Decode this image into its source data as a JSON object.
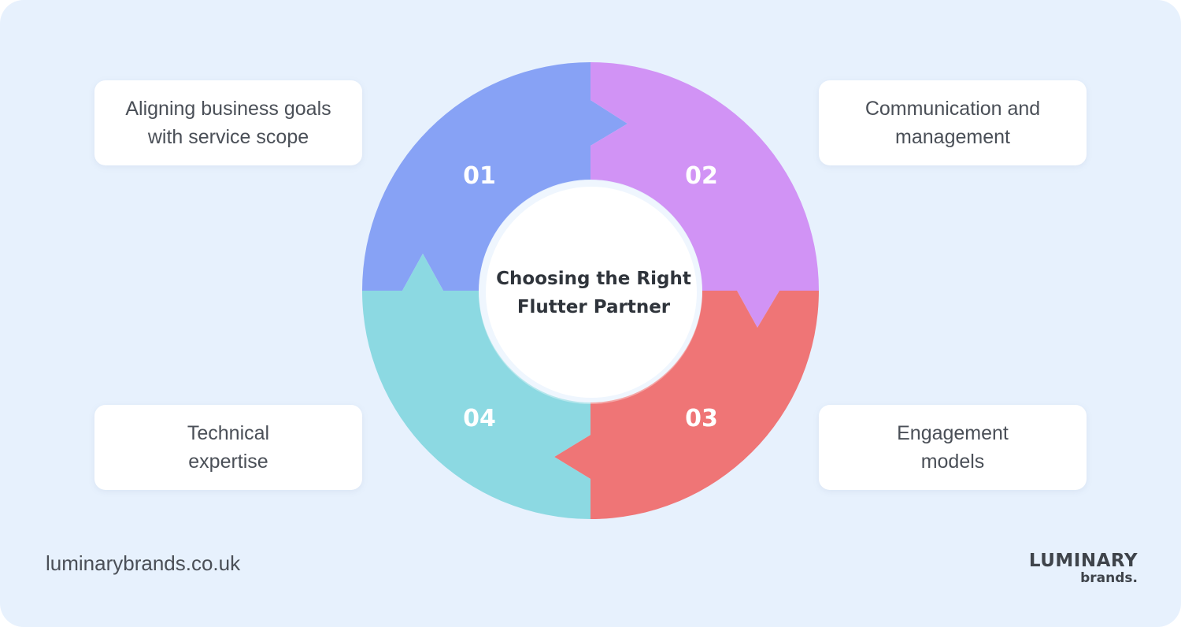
{
  "center": {
    "line1": "Choosing the Right",
    "line2": "Flutter Partner"
  },
  "steps": [
    {
      "number": "01",
      "line1": "Aligning business goals",
      "line2": "with service scope",
      "color": "#87a2f5"
    },
    {
      "number": "02",
      "line1": "Communication and",
      "line2": "management",
      "color": "#d193f5"
    },
    {
      "number": "03",
      "line1": "Engagement",
      "line2": "models",
      "color": "#ef7576"
    },
    {
      "number": "04",
      "line1": "Technical",
      "line2": "expertise",
      "color": "#8cd9e2"
    }
  ],
  "footer": {
    "website": "luminarybrands.co.uk",
    "logo_main": "LUMINARY",
    "logo_sub": "brands."
  },
  "colors": {
    "background": "#e7f1fd",
    "card": "#ffffff",
    "text": "#4a4f57"
  }
}
